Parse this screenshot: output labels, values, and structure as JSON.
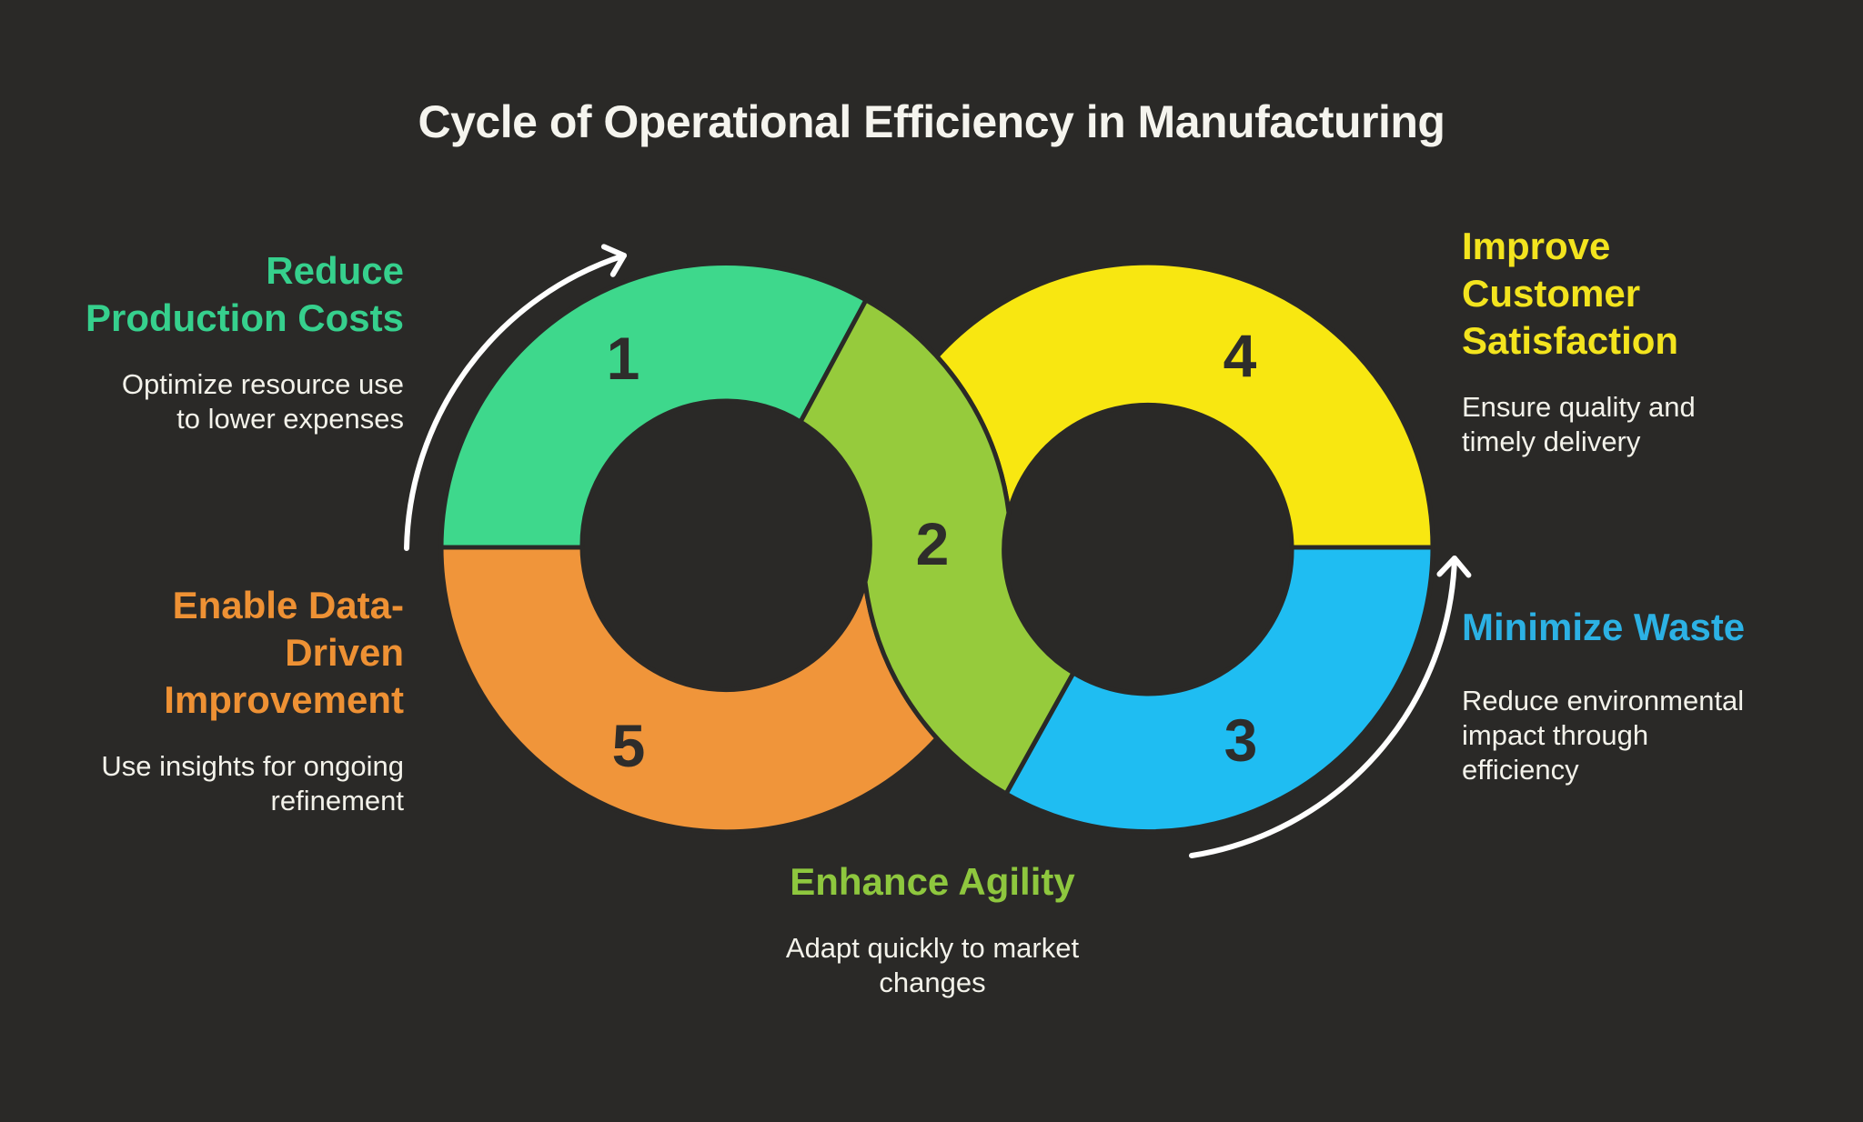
{
  "title": "Cycle of Operational Efficiency in Manufacturing",
  "colors": {
    "background": "#2a2927",
    "number": "#2e2d2b",
    "arrow": "#ffffff",
    "title_text": "#f5f4ee",
    "body_text": "#f3f2ea"
  },
  "segments": [
    {
      "number": "1",
      "label": "Reduce\nProduction Costs",
      "description": "Optimize resource use\nto lower expenses",
      "color": "#3ed88c",
      "label_color": "#36d08d"
    },
    {
      "number": "2",
      "label": "Enhance Agility",
      "description": "Adapt quickly to market\nchanges",
      "color": "#96cb3c",
      "label_color": "#8ec73e"
    },
    {
      "number": "3",
      "label": "Minimize Waste",
      "description": "Reduce environmental\nimpact through\nefficiency",
      "color": "#1fbdf2",
      "label_color": "#2cb1e4"
    },
    {
      "number": "4",
      "label": "Improve\nCustomer\nSatisfaction",
      "description": "Ensure quality and\ntimely delivery",
      "color": "#f8e711",
      "label_color": "#f3e41e"
    },
    {
      "number": "5",
      "label": "Enable Data-\nDriven\nImprovement",
      "description": "Use insights for ongoing\nrefinement",
      "color": "#f0953a",
      "label_color": "#ee9134"
    }
  ]
}
